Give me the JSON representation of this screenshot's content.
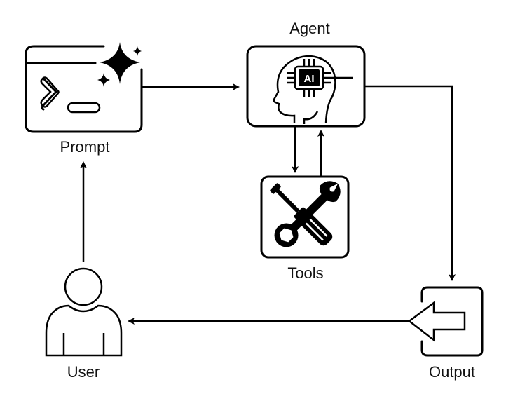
{
  "diagram": {
    "title": "",
    "nodes": [
      {
        "id": "prompt",
        "label": "Prompt",
        "icon": "terminal-sparkle-icon"
      },
      {
        "id": "agent",
        "label": "Agent",
        "icon": "ai-head-icon",
        "chip_text": "AI"
      },
      {
        "id": "tools",
        "label": "Tools",
        "icon": "wrench-screwdriver-icon"
      },
      {
        "id": "output",
        "label": "Output",
        "icon": "output-arrow-icon"
      },
      {
        "id": "user",
        "label": "User",
        "icon": "user-icon"
      }
    ],
    "edges": [
      {
        "from": "prompt",
        "to": "agent"
      },
      {
        "from": "agent",
        "to": "tools"
      },
      {
        "from": "tools",
        "to": "agent"
      },
      {
        "from": "agent",
        "to": "output"
      },
      {
        "from": "output",
        "to": "user"
      },
      {
        "from": "user",
        "to": "prompt"
      }
    ]
  },
  "labels": {
    "prompt": "Prompt",
    "agent": "Agent",
    "tools": "Tools",
    "output": "Output",
    "user": "User",
    "chip": "AI"
  },
  "colors": {
    "stroke": "#000000",
    "background": "#ffffff"
  }
}
